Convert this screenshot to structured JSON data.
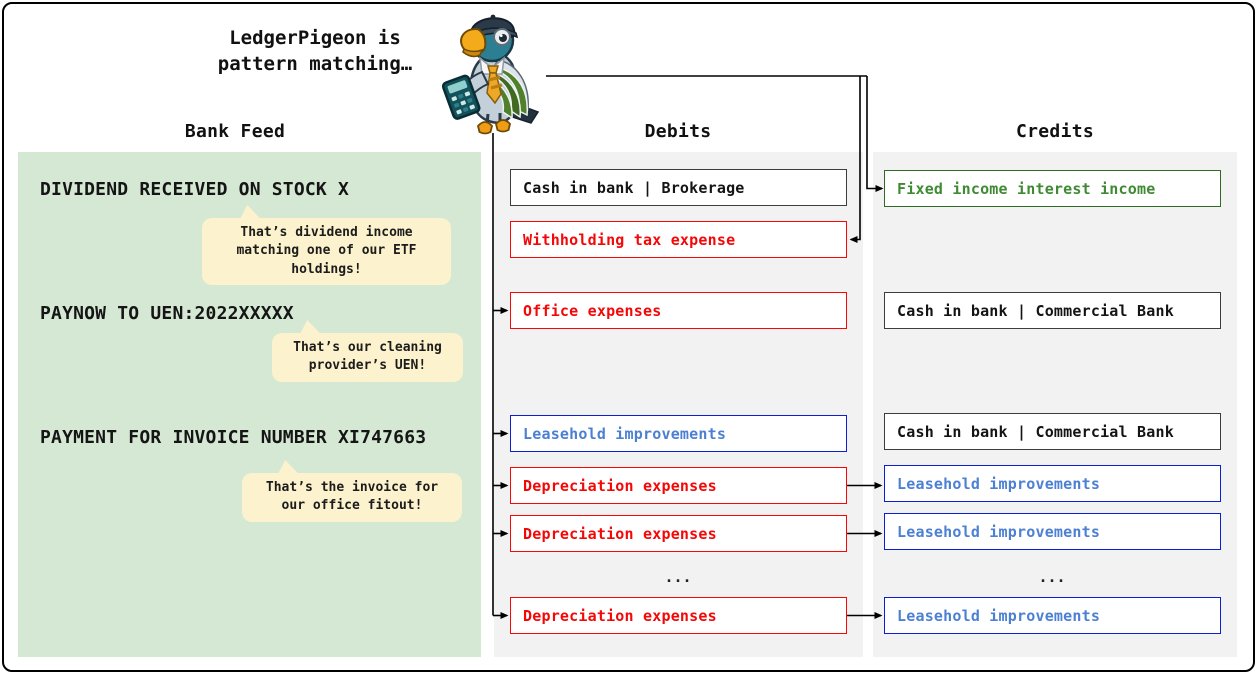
{
  "title": {
    "line1": "LedgerPigeon is",
    "line2": "pattern matching…"
  },
  "mascot": {
    "description": "LedgerPigeon — cartoon pigeon accountant wearing a flat cap and striped tie, holding a calculator"
  },
  "column_headers": {
    "bank_feed": "Bank Feed",
    "debits": "Debits",
    "credits": "Credits"
  },
  "bank_feed": {
    "entries": [
      {
        "text": "DIVIDEND RECEIVED ON STOCK X",
        "note": "That’s dividend income matching one of our ETF holdings!"
      },
      {
        "text": "PAYNOW TO UEN:2022XXXXX",
        "note": "That’s our cleaning provider’s UEN!"
      },
      {
        "text": "PAYMENT FOR INVOICE NUMBER XI747663",
        "note": "That’s the invoice for our office fitout!"
      }
    ]
  },
  "debits": {
    "boxes": [
      {
        "label": "Cash in bank | Brokerage",
        "variant": "black"
      },
      {
        "label": "Withholding tax expense",
        "variant": "red"
      },
      {
        "label": "Office expenses",
        "variant": "red"
      },
      {
        "label": "Leasehold improvements",
        "variant": "blue"
      },
      {
        "label": "Depreciation expenses",
        "variant": "red"
      },
      {
        "label": "Depreciation expenses",
        "variant": "red"
      },
      {
        "label": "Depreciation expenses",
        "variant": "red"
      }
    ],
    "ellipsis": "..."
  },
  "credits": {
    "boxes": [
      {
        "label": "Fixed income interest income",
        "variant": "green"
      },
      {
        "label": "Cash in bank | Commercial Bank",
        "variant": "black"
      },
      {
        "label": "Cash in bank | Commercial Bank",
        "variant": "black"
      },
      {
        "label": "Leasehold improvements",
        "variant": "blue"
      },
      {
        "label": "Leasehold improvements",
        "variant": "blue"
      },
      {
        "label": "Leasehold improvements",
        "variant": "blue"
      }
    ],
    "ellipsis": "..."
  },
  "connections": [
    {
      "from": "LedgerPigeon",
      "to": "credit: Fixed income interest income"
    },
    {
      "from": "LedgerPigeon",
      "to": "debit: Withholding tax expense"
    },
    {
      "from": "LedgerPigeon",
      "to": "debit: Office expenses"
    },
    {
      "from": "LedgerPigeon",
      "to": "debit: Leasehold improvements"
    },
    {
      "from": "LedgerPigeon",
      "to": "debit: Depreciation expenses (all three)"
    },
    {
      "from": "debit: Depreciation expenses",
      "to": "credit: Leasehold improvements"
    },
    {
      "from": "debit: Depreciation expenses",
      "to": "credit: Leasehold improvements"
    },
    {
      "from": "debit: Depreciation expenses",
      "to": "credit: Leasehold improvements"
    }
  ],
  "colors": {
    "bank_panel_bg": "#d5e8d3",
    "column_panel_bg": "#f2f2f2",
    "note_bubble_bg": "#fcf2cd",
    "red": "#f40707",
    "blue_border": "#0b1fd9",
    "blue_text": "#4c80d3",
    "green_border": "#2f6b24",
    "green_text": "#3f8a33",
    "black_box_border": "#3d3d3d",
    "connector": "#000000"
  }
}
